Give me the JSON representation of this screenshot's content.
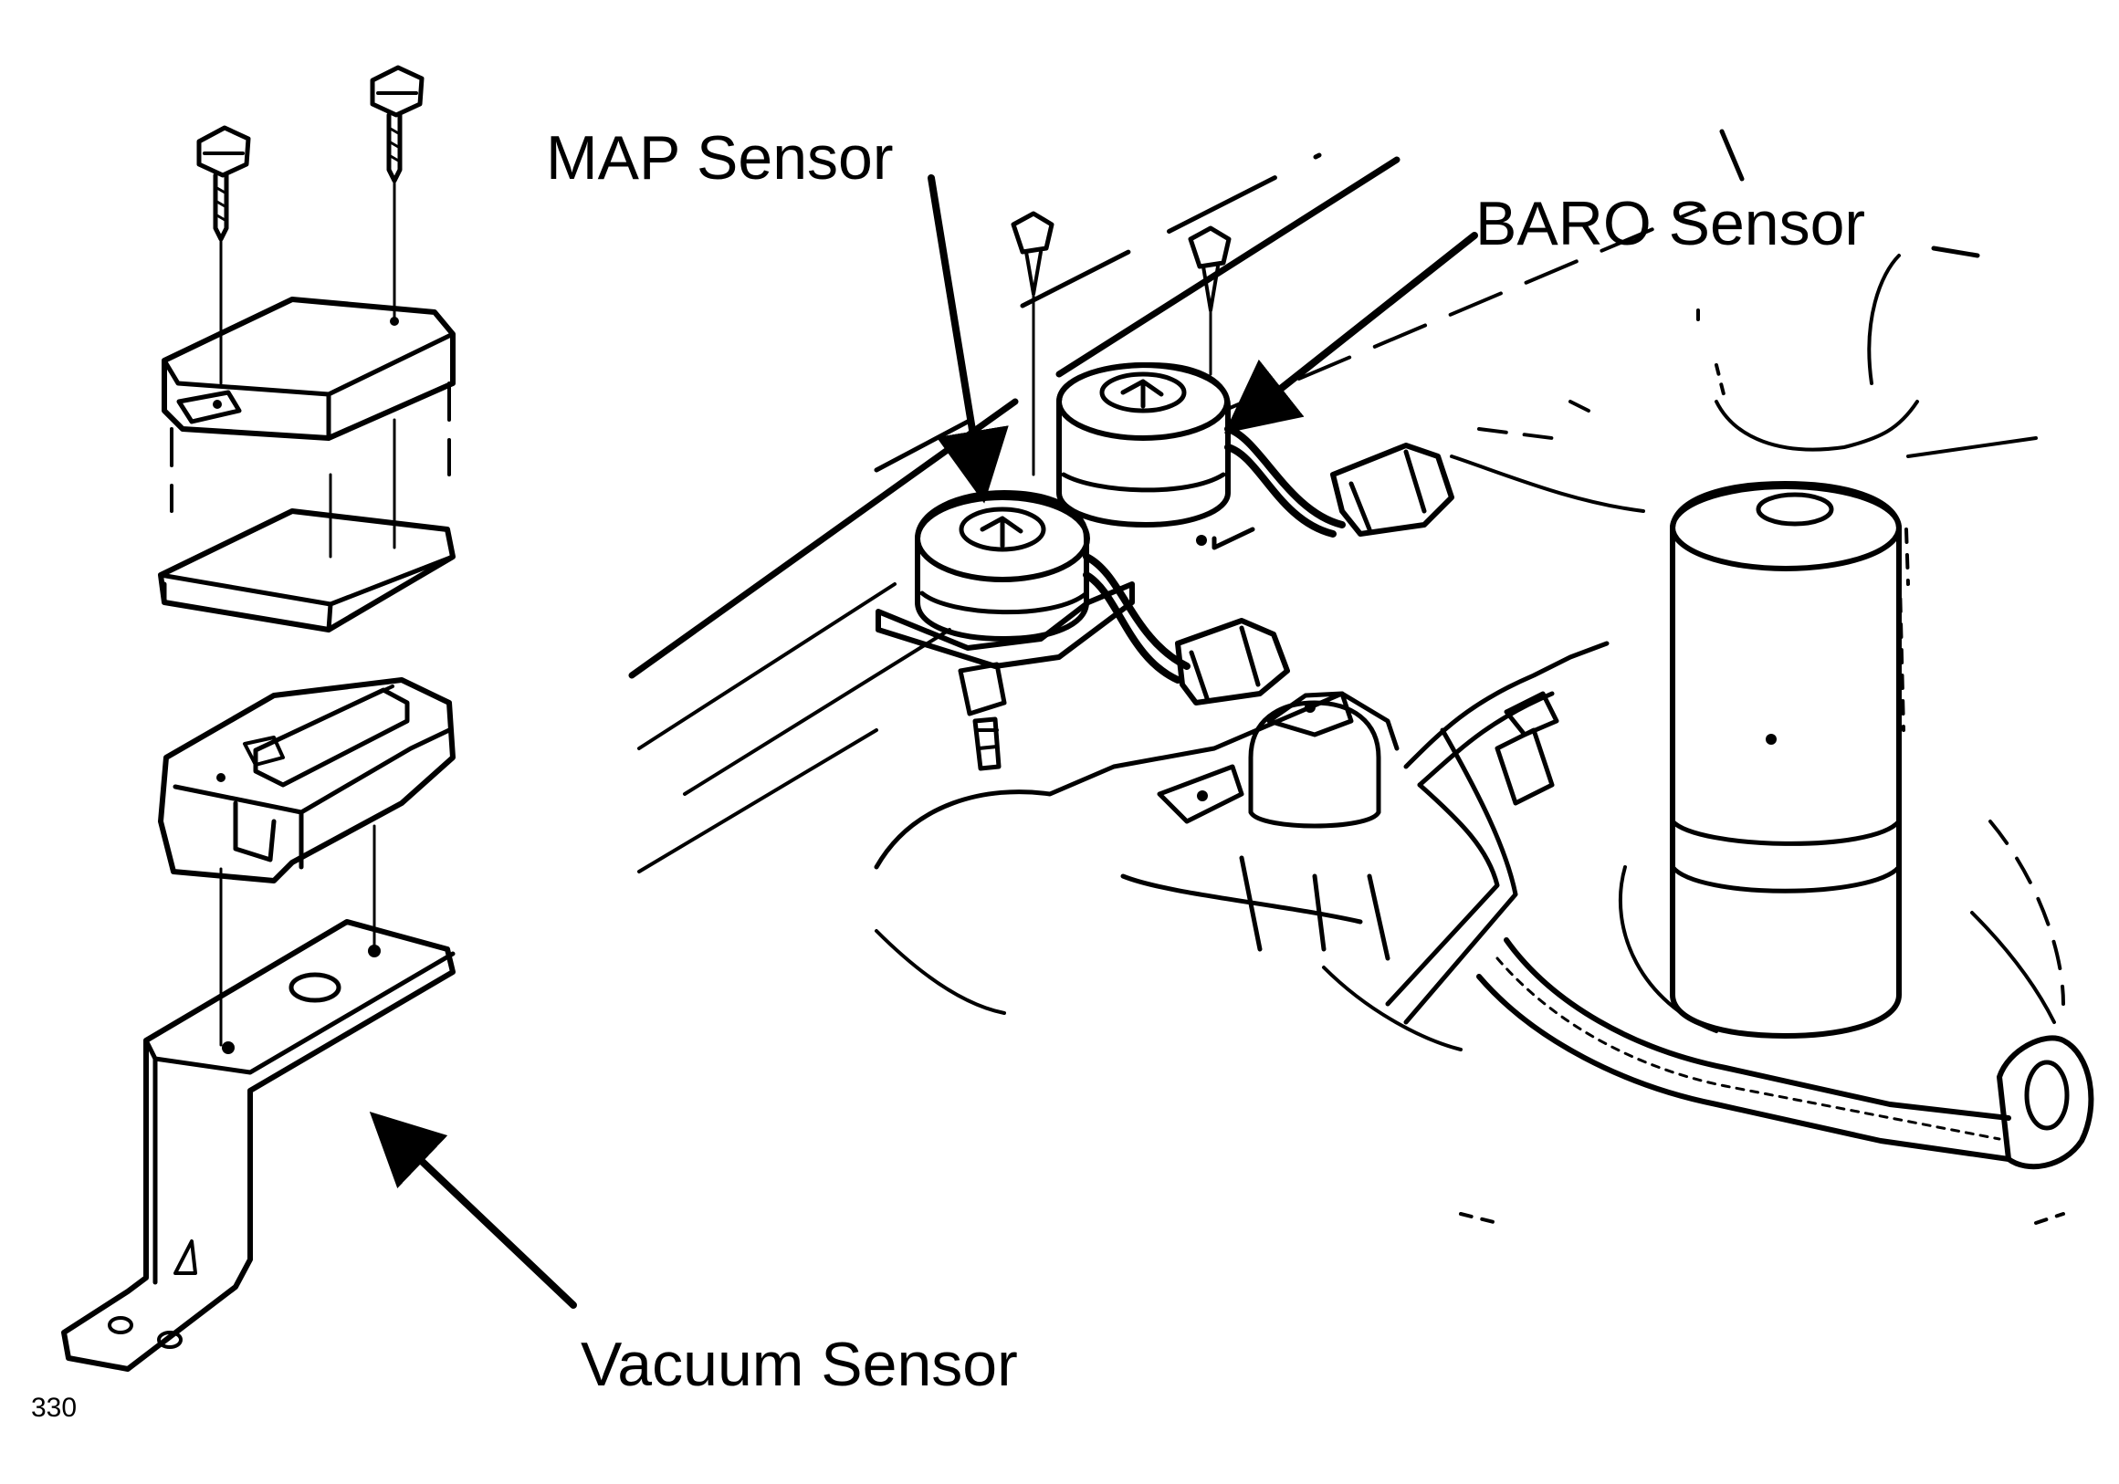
{
  "labels": {
    "map_sensor": "MAP Sensor",
    "baro_sensor": "BARO Sensor",
    "vacuum_sensor": "Vacuum Sensor"
  },
  "figure_number": "330"
}
